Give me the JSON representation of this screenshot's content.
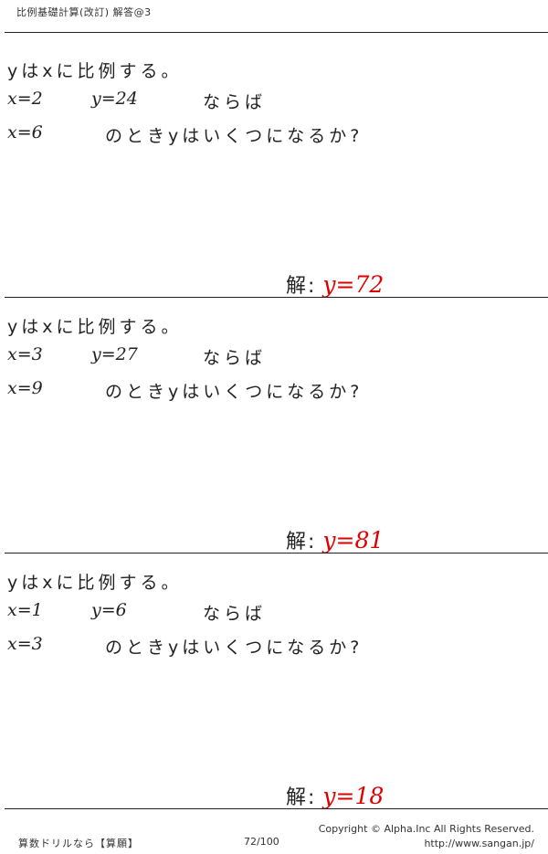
{
  "header": {
    "title": "比例基礎計算(改訂) 解答@3"
  },
  "problems": [
    {
      "intro": "yはxに比例する。",
      "given_x": "x=2",
      "given_y": "y=24",
      "nara": "ならば",
      "ask_x": "x=6",
      "question": "のときyはいくつになるか?",
      "answer_label": "解:",
      "answer_value": "y=72"
    },
    {
      "intro": "yはxに比例する。",
      "given_x": "x=3",
      "given_y": "y=27",
      "nara": "ならば",
      "ask_x": "x=9",
      "question": "のときyはいくつになるか?",
      "answer_label": "解:",
      "answer_value": "y=81"
    },
    {
      "intro": "yはxに比例する。",
      "given_x": "x=1",
      "given_y": "y=6",
      "nara": "ならば",
      "ask_x": "x=3",
      "question": "のときyはいくつになるか?",
      "answer_label": "解:",
      "answer_value": "y=18"
    }
  ],
  "footer": {
    "left": "算数ドリルなら【算願】",
    "page": "72/100",
    "copyright": "Copyright ©  Alpha.Inc All Rights Reserved.",
    "url": "http://www.sangan.jp/"
  },
  "colors": {
    "answer": "#e00000",
    "text": "#222222"
  }
}
